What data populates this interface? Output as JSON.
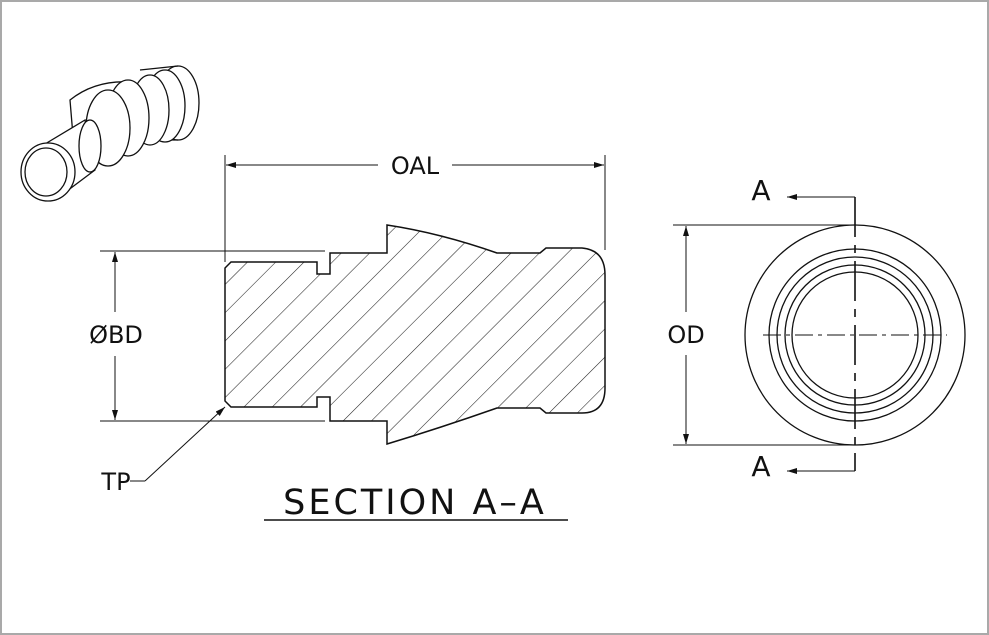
{
  "drawing": {
    "dimension_labels": {
      "overall_length": "OAL",
      "bore_diameter": "ØBD",
      "outer_diameter": "OD",
      "tip_point": "TP"
    },
    "section_marks": {
      "top": "A",
      "bottom": "A"
    },
    "section_title": "SECTION A–A"
  },
  "colors": {
    "line": "#111111",
    "border": "#a9a9a9",
    "background": "#ffffff"
  }
}
